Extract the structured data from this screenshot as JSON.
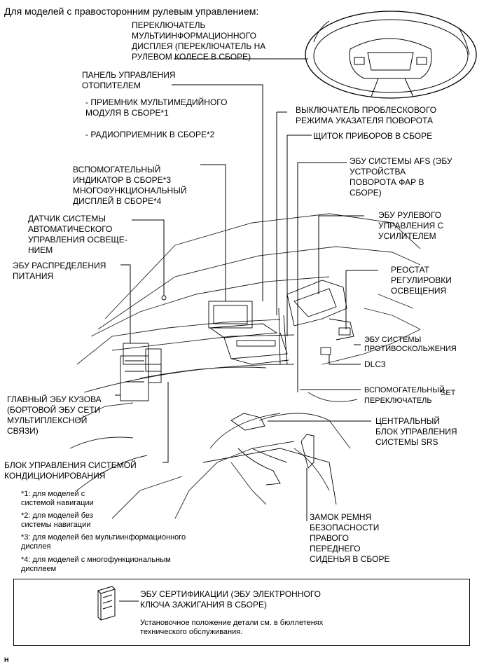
{
  "heading": "Для моделей с правосторонним рулевым управлением:",
  "labels": {
    "steering_switch": "ПЕРЕКЛЮЧАТЕЛЬ\nМУЛЬТИИНФОРМАЦИОННОГО\nДИСПЛЕЯ (ПЕРЕКЛЮЧАТЕЛЬ НА\nРУЛЕВОМ КОЛЕСЕ В СБОРЕ)",
    "heater_panel": "ПАНЕЛЬ УПРАВЛЕНИЯ\nОТОПИТЕЛЕМ",
    "multimedia_receiver": "- ПРИЕМНИК МУЛЬТИМЕДИЙНОГО\nМОДУЛЯ В СБОРЕ*1",
    "radio_receiver": "- РАДИОПРИЕМНИК В СБОРЕ*2",
    "aux_indicator": "ВСПОМОГАТЕЛЬНЫЙ\nИНДИКАТОР В СБОРЕ*3\nМНОГОФУНКЦИОНАЛЬНЫЙ\nДИСПЛЕЙ В СБОРЕ*4",
    "light_sensor": "ДАТЧИК СИСТЕМЫ\nАВТОМАТИЧЕСКОГО\nУПРАВЛЕНИЯ ОСВЕЩЕ-\nНИЕМ",
    "power_ecu": "ЭБУ РАСПРЕДЕЛЕНИЯ\nПИТАНИЯ",
    "main_body_ecu": "ГЛАВНЫЙ ЭБУ КУЗОВА\n(БОРТОВОЙ ЭБУ СЕТИ\nМУЛЬТИПЛЕКСНОЙ\nСВЯЗИ)",
    "ac_unit": "БЛОК УПРАВЛЕНИЯ СИСТЕМОЙ\nКОНДИЦИОНИРОВАНИЯ",
    "hazard_switch": "ВЫКЛЮЧАТЕЛЬ ПРОБЛЕСКОВОГО\nРЕЖИМА УКАЗАТЕЛЯ ПОВОРОТА",
    "combo_meter": "ЩИТОК ПРИБОРОВ В СБОРЕ",
    "afs_ecu": "ЭБУ СИСТЕМЫ AFS (ЭБУ\nУСТРОЙСТВА\nПОВОРОТА ФАР В\nСБОРЕ)",
    "eps_ecu": "ЭБУ РУЛЕВОГО\nУПРАВЛЕНИЯ С\nУСИЛИТЕЛЕМ",
    "rheostat": "РЕОСТАТ\nРЕГУЛИРОВКИ\nОСВЕЩЕНИЯ",
    "pcs_ecu": "ЭБУ СИСТЕМЫ\nПРОТИВОСКОЛЬЖЕНИЯ",
    "dlc3": "DLC3",
    "set_switch_a": "ВСПОМОГАТЕЛЬНЫЙ",
    "set_switch_b": "SET",
    "set_switch_c": "ПЕРЕКЛЮЧАТЕЛЬ",
    "srs_center": "ЦЕНТРАЛЬНЫЙ\nБЛОК УПРАВЛЕНИЯ\nСИСТЕМЫ SRS",
    "seatbelt_buckle": "ЗАМОК РЕМНЯ\nБЕЗОПАСНОСТИ\nПРАВОГО\nПЕРЕДНЕГО\nСИДЕНЬЯ В СБОРЕ"
  },
  "footnotes": {
    "n1": "*1: для моделей с\nсистемой навигации",
    "n2": "*2: для моделей без\nсистемы навигации",
    "n3": "*3: для моделей без мультиинформационного\nдисплея",
    "n4": "*4: для моделей с многофункциональным\nдисплеем"
  },
  "certification_box": {
    "title": "ЭБУ СЕРТИФИКАЦИИ (ЭБУ ЭЛЕКТРОННОГО\nКЛЮЧА ЗАЖИГАНИЯ В СБОРЕ)",
    "note": "Установочное положение детали см. в бюллетенях\nтехнического обслуживания."
  },
  "corner_mark": "H",
  "icons": [
    "steering-wheel-icon",
    "dashboard-illustration",
    "ecu-module-icon"
  ]
}
